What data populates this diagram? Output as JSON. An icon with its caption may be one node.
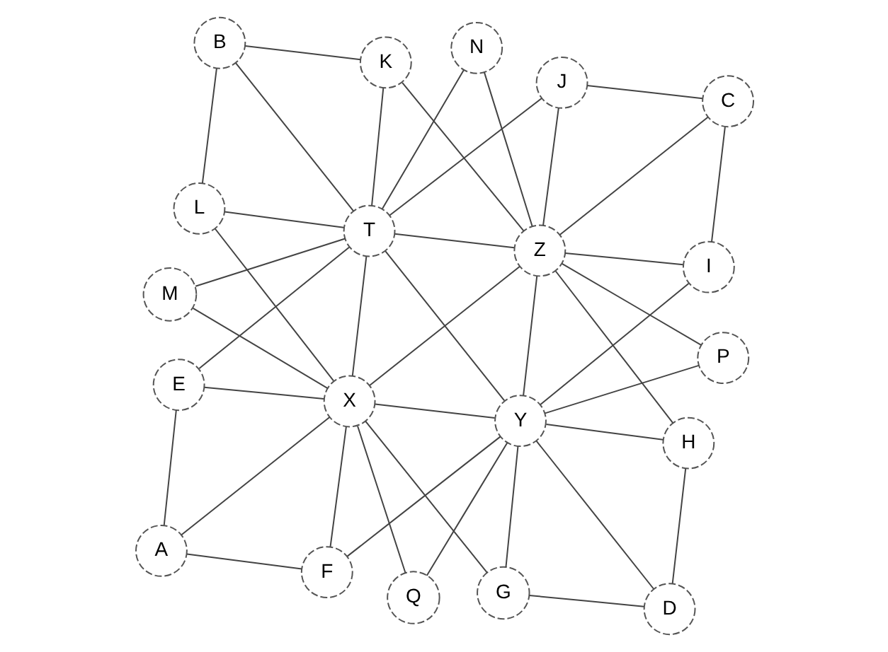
{
  "diagram": {
    "nodes": [
      {
        "text": [
          "A"
        ]
      },
      {
        "text": [
          "Q"
        ]
      },
      {
        "text": [
          "D"
        ]
      },
      {
        "text": [
          "F"
        ]
      },
      {
        "text": [
          "G"
        ]
      },
      {
        "text": [
          "E"
        ]
      },
      {
        "text": [
          "X"
        ]
      },
      {
        "text": [
          "Y"
        ]
      },
      {
        "text": [
          "H"
        ]
      },
      {
        "text": [
          "M"
        ]
      },
      {
        "text": [
          "P"
        ]
      },
      {
        "text": [
          "L"
        ]
      },
      {
        "text": [
          "T"
        ]
      },
      {
        "text": [
          "Z"
        ]
      },
      {
        "text": [
          "I"
        ]
      },
      {
        "text": [
          "K"
        ]
      },
      {
        "text": [
          "J"
        ]
      },
      {
        "text": [
          "B"
        ]
      },
      {
        "text": [
          "N"
        ]
      },
      {
        "text": [
          "C"
        ]
      }
    ],
    "edges": [
      {
        "from": 6,
        "to": 7,
        "arrow": "none"
      },
      {
        "from": 6,
        "to": 12,
        "arrow": "none"
      },
      {
        "from": 7,
        "to": 13,
        "arrow": "none"
      },
      {
        "from": 12,
        "to": 13,
        "arrow": "none"
      },
      {
        "from": 6,
        "to": 13,
        "arrow": "none"
      },
      {
        "from": 7,
        "to": 12,
        "arrow": "none"
      },
      {
        "from": 0,
        "to": 3,
        "arrow": "none"
      },
      {
        "from": 0,
        "to": 5,
        "arrow": "none"
      },
      {
        "from": 0,
        "to": 6,
        "arrow": "none"
      },
      {
        "from": 2,
        "to": 4,
        "arrow": "none"
      },
      {
        "from": 2,
        "to": 8,
        "arrow": "none"
      },
      {
        "from": 2,
        "to": 7,
        "arrow": "none"
      },
      {
        "from": 17,
        "to": 11,
        "arrow": "none"
      },
      {
        "from": 17,
        "to": 15,
        "arrow": "none"
      },
      {
        "from": 17,
        "to": 12,
        "arrow": "none"
      },
      {
        "from": 19,
        "to": 14,
        "arrow": "none"
      },
      {
        "from": 19,
        "to": 16,
        "arrow": "none"
      },
      {
        "from": 19,
        "to": 13,
        "arrow": "none"
      },
      {
        "from": 1,
        "to": 6,
        "arrow": "none"
      },
      {
        "from": 1,
        "to": 7,
        "arrow": "none"
      },
      {
        "from": 9,
        "to": 6,
        "arrow": "none"
      },
      {
        "from": 9,
        "to": 12,
        "arrow": "none"
      },
      {
        "from": 10,
        "to": 7,
        "arrow": "none"
      },
      {
        "from": 10,
        "to": 13,
        "arrow": "none"
      },
      {
        "from": 18,
        "to": 12,
        "arrow": "none"
      },
      {
        "from": 18,
        "to": 13,
        "arrow": "none"
      },
      {
        "from": 3,
        "to": 6,
        "arrow": "none"
      },
      {
        "from": 3,
        "to": 7,
        "arrow": "none"
      },
      {
        "from": 4,
        "to": 7,
        "arrow": "none"
      },
      {
        "from": 4,
        "to": 6,
        "arrow": "none"
      },
      {
        "from": 5,
        "to": 6,
        "arrow": "none"
      },
      {
        "from": 5,
        "to": 12,
        "arrow": "none"
      },
      {
        "from": 8,
        "to": 7,
        "arrow": "none"
      },
      {
        "from": 8,
        "to": 13,
        "arrow": "none"
      },
      {
        "from": 11,
        "to": 12,
        "arrow": "none"
      },
      {
        "from": 11,
        "to": 6,
        "arrow": "none"
      },
      {
        "from": 14,
        "to": 13,
        "arrow": "none"
      },
      {
        "from": 14,
        "to": 7,
        "arrow": "none"
      },
      {
        "from": 15,
        "to": 12,
        "arrow": "none"
      },
      {
        "from": 15,
        "to": 13,
        "arrow": "none"
      },
      {
        "from": 16,
        "to": 13,
        "arrow": "none"
      },
      {
        "from": 16,
        "to": 12,
        "arrow": "none"
      }
    ]
  }
}
